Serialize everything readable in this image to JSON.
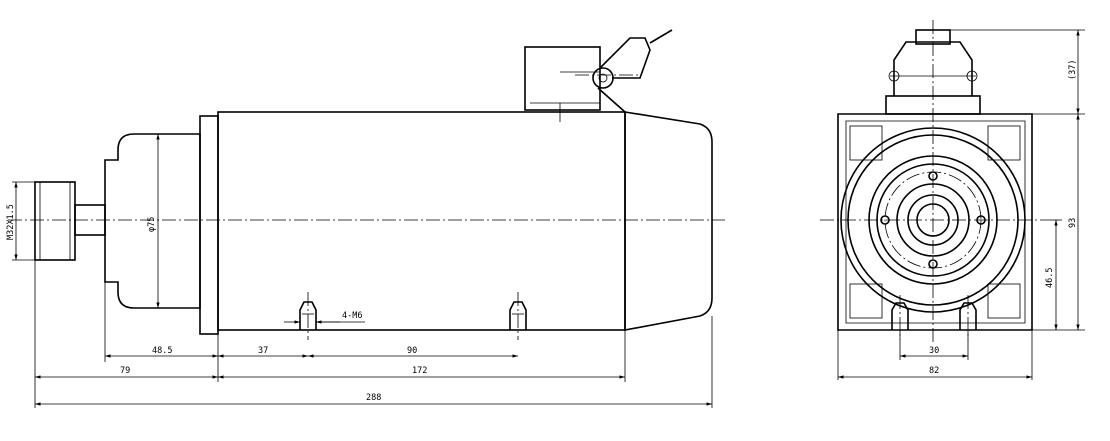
{
  "side_view": {
    "thread_label": "M32X1.5",
    "diameter_label": "φ75",
    "hole_label": "4-M6",
    "dims": {
      "d_48_5": "48.5",
      "d_37": "37",
      "d_90": "90",
      "d_79": "79",
      "d_172": "172",
      "d_288": "288"
    }
  },
  "front_view": {
    "dims": {
      "d_37": "(37)",
      "d_93": "93",
      "d_46_5": "46.5",
      "d_30": "30",
      "d_82": "82"
    }
  }
}
